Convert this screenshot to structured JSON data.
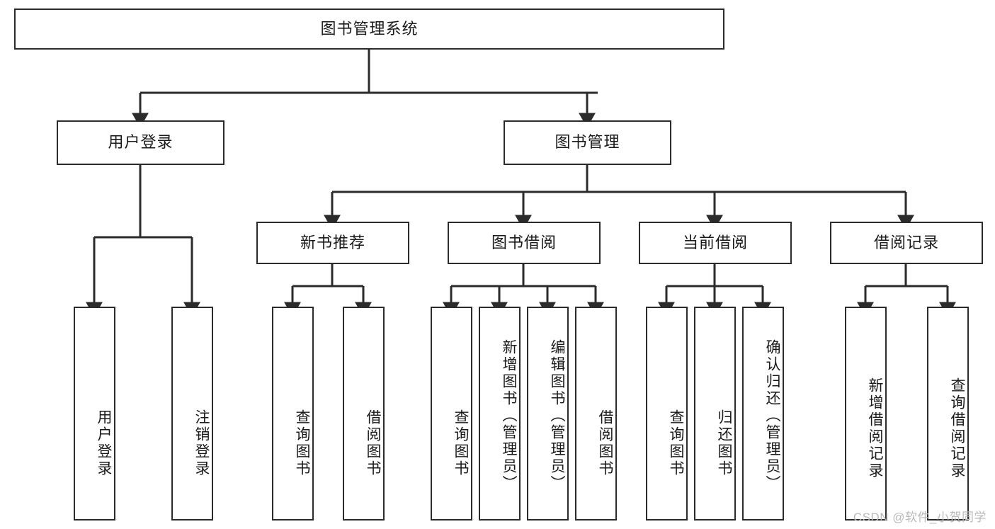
{
  "diagram": {
    "type": "tree",
    "title": "图书管理系统",
    "watermark": "CSDN @软件_小贺同学",
    "colors": {
      "box_border": "#2b2b2b",
      "box_fill": "#ffffff",
      "edge": "#2b2b2b",
      "text": "#1a1a1a",
      "watermark": "#b9b9b9"
    },
    "root": {
      "label": "图书管理系统",
      "orientation": "horizontal"
    },
    "level2": [
      {
        "label": "用户登录",
        "orientation": "horizontal"
      },
      {
        "label": "图书管理",
        "orientation": "horizontal"
      }
    ],
    "level3": [
      {
        "label": "新书推荐",
        "orientation": "horizontal"
      },
      {
        "label": "图书借阅",
        "orientation": "horizontal"
      },
      {
        "label": "当前借阅",
        "orientation": "horizontal"
      },
      {
        "label": "借阅记录",
        "orientation": "horizontal"
      }
    ],
    "leaves": {
      "user_login": [
        {
          "label": "用户登录",
          "orientation": "vertical"
        },
        {
          "label": "注销登录",
          "orientation": "vertical"
        }
      ],
      "new_book_recommend": [
        {
          "label": "查询图书",
          "orientation": "vertical"
        },
        {
          "label": "借阅图书",
          "orientation": "vertical"
        }
      ],
      "book_borrow": [
        {
          "label": "查询图书",
          "orientation": "vertical"
        },
        {
          "label": "新增图书（管理员）",
          "orientation": "vertical"
        },
        {
          "label": "编辑图书（管理员）",
          "orientation": "vertical"
        },
        {
          "label": "借阅图书",
          "orientation": "vertical"
        }
      ],
      "current_borrow": [
        {
          "label": "查询图书",
          "orientation": "vertical"
        },
        {
          "label": "归还图书",
          "orientation": "vertical"
        },
        {
          "label": "确认归还（管理员）",
          "orientation": "vertical"
        }
      ],
      "borrow_record": [
        {
          "label": "新增借阅记录",
          "orientation": "vertical"
        },
        {
          "label": "查询借阅记录",
          "orientation": "vertical"
        }
      ]
    }
  }
}
